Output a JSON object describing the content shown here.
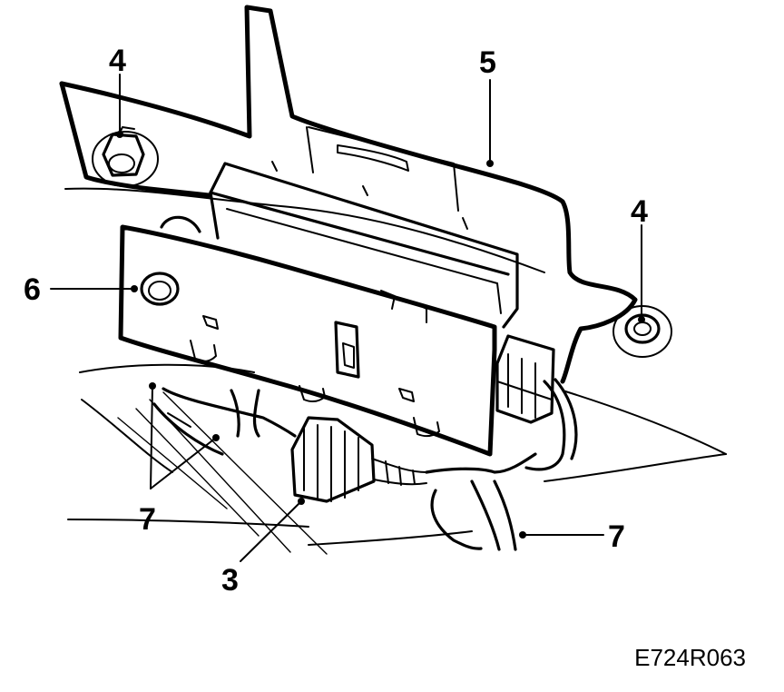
{
  "callouts": {
    "c4_left": "4",
    "c5": "5",
    "c4_right": "4",
    "c6": "6",
    "c7_left": "7",
    "c7_right": "7",
    "c3": "3"
  },
  "reference_code": "E724R063"
}
